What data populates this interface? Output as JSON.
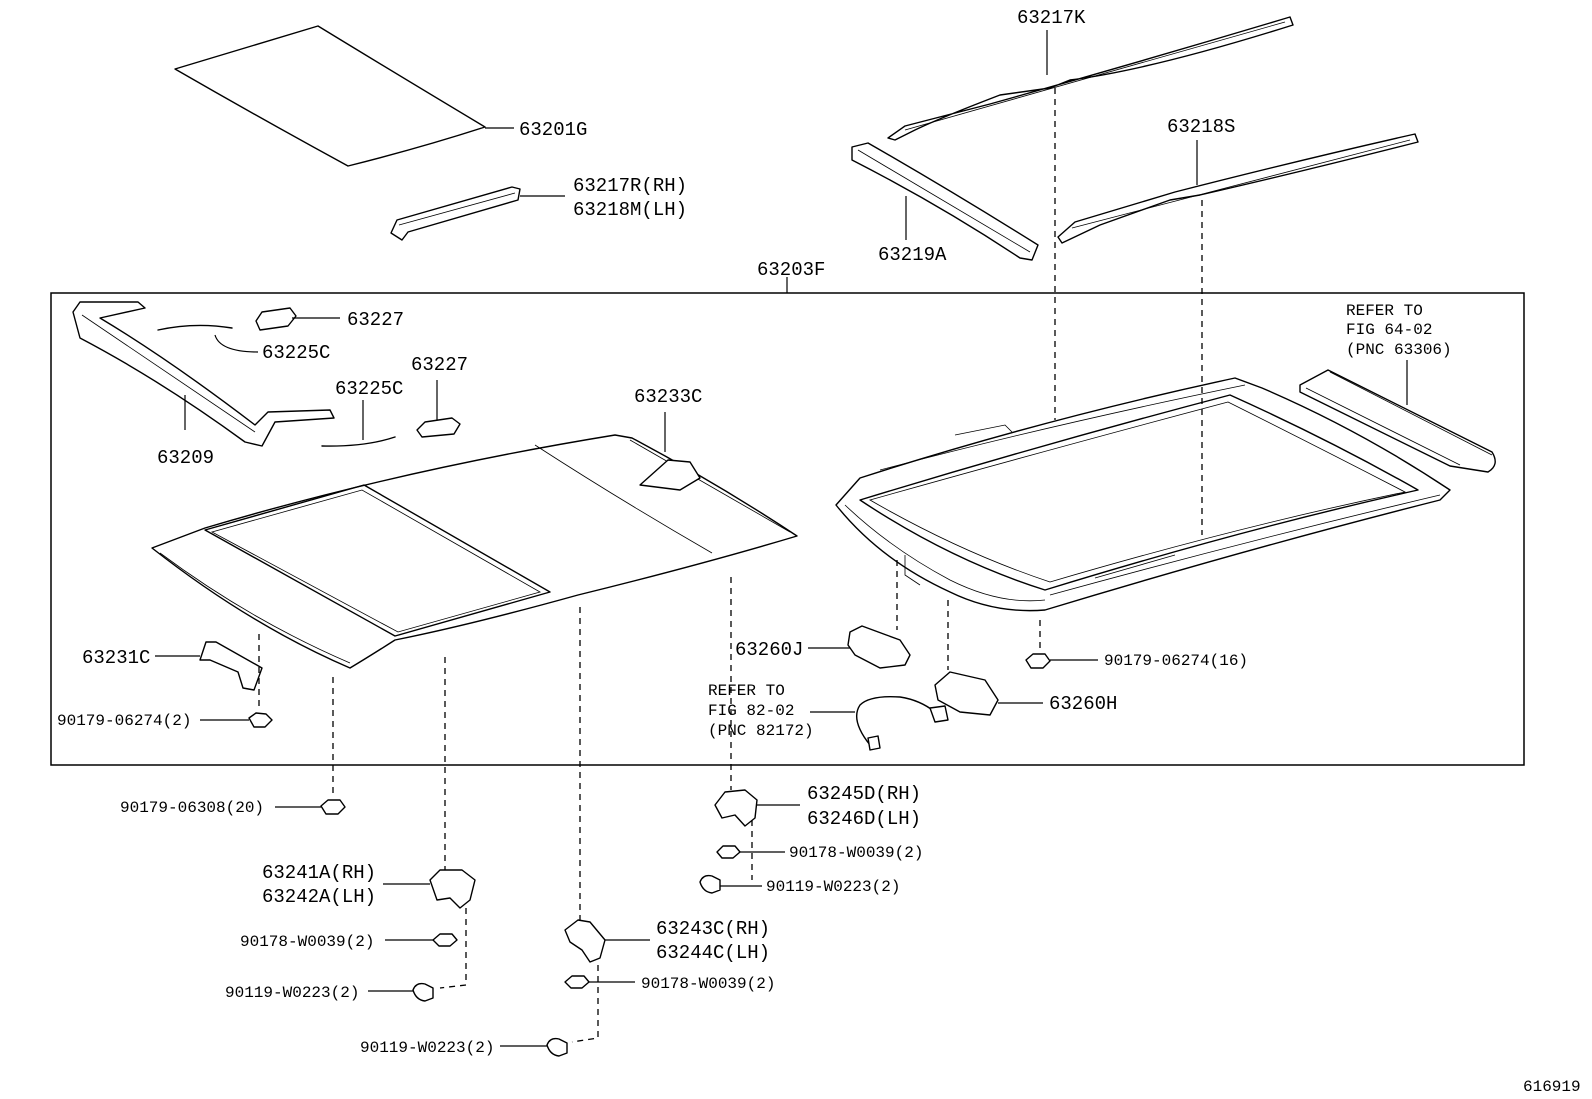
{
  "diagram_id": "616919",
  "labels": {
    "p63217K": "63217K",
    "p63201G": "63201G",
    "p63217R": "63217R(RH)",
    "p63218M": "63218M(LH)",
    "p63218S": "63218S",
    "p63219A": "63219A",
    "p63203F": "63203F",
    "p63227a": "63227",
    "p63225Ca": "63225C",
    "p63227b": "63227",
    "p63225Cb": "63225C",
    "p63209": "63209",
    "p63233C": "63233C",
    "p63231C": "63231C",
    "p9017906274_2": "90179-06274(2)",
    "p9017906274_16": "90179-06274(16)",
    "p63260J": "63260J",
    "p63260H": "63260H",
    "p9017906308": "90179-06308(20)",
    "p63245D": "63245D(RH)",
    "p63246D": "63246D(LH)",
    "p90178W0039_a": "90178-W0039(2)",
    "p90119W0223_a": "90119-W0223(2)",
    "p63241A": "63241A(RH)",
    "p63242A": "63242A(LH)",
    "p90178W0039_b": "90178-W0039(2)",
    "p90119W0223_b": "90119-W0223(2)",
    "p63243C": "63243C(RH)",
    "p63244C": "63244C(LH)",
    "p90178W0039_c": "90178-W0039(2)",
    "p90119W0223_c": "90119-W0223(2)"
  },
  "refer_notes": {
    "fig64": [
      "REFER TO",
      "FIG 64-02",
      "(PNC 63306)"
    ],
    "fig82": [
      "REFER TO",
      "FIG 82-02",
      "(PNC 82172)"
    ]
  }
}
